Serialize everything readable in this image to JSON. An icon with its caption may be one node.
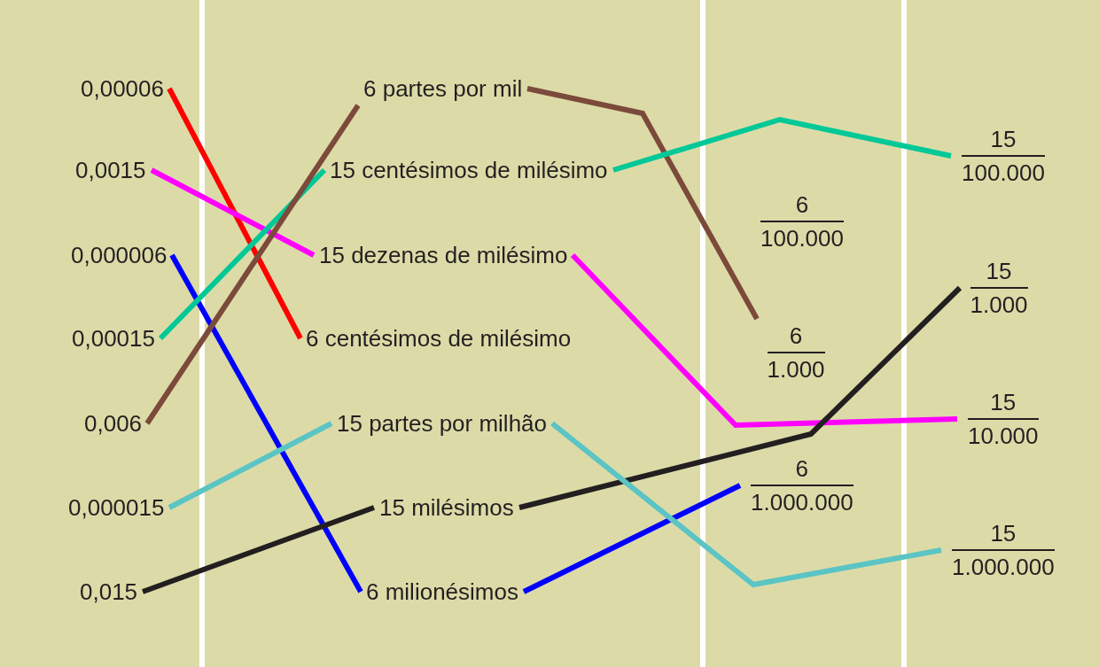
{
  "diagram": {
    "nodes": [
      {
        "text": [
          "0,00006"
        ]
      },
      {
        "text": [
          "0,0015"
        ]
      },
      {
        "text": [
          "0,000006"
        ]
      },
      {
        "text": [
          "0,00015"
        ]
      },
      {
        "text": [
          "0,006"
        ]
      },
      {
        "text": [
          "0,000015"
        ]
      },
      {
        "text": [
          "0,015"
        ]
      },
      {
        "text": [
          "6 partes por mil"
        ]
      },
      {
        "text": [
          "15 centésimos de milésimo"
        ]
      },
      {
        "text": [
          "15 dezenas de milésimo"
        ]
      },
      {
        "text": [
          "6 centésimos de milésimo"
        ]
      },
      {
        "text": [
          "15 partes por milhão"
        ]
      },
      {
        "text": [
          "15 milésimos"
        ]
      },
      {
        "text": [
          "6 milionésimos"
        ]
      },
      {
        "text": [
          "6",
          "100.000"
        ]
      },
      {
        "text": [
          "6",
          "1.000"
        ]
      },
      {
        "text": [
          "6",
          "1.000.000"
        ]
      },
      {
        "text": [
          "15",
          "100.000"
        ]
      },
      {
        "text": [
          "15",
          "1.000"
        ]
      },
      {
        "text": [
          "15",
          "10.000"
        ]
      },
      {
        "text": [
          "15",
          "1.000.000"
        ]
      }
    ],
    "edges": [
      {
        "from": 0,
        "to": 10,
        "arrow": "none",
        "color": "#ff0000"
      },
      {
        "from": 1,
        "to": 9,
        "arrow": "none",
        "color": "#ff00ff"
      },
      {
        "from": 2,
        "to": 13,
        "arrow": "none",
        "color": "#0000ff"
      },
      {
        "from": 3,
        "to": 8,
        "arrow": "none",
        "color": "#00c896"
      },
      {
        "from": 4,
        "to": 7,
        "arrow": "none",
        "color": "#7b4a3a"
      },
      {
        "from": 5,
        "to": 11,
        "arrow": "none",
        "color": "#5bc4c4"
      },
      {
        "from": 6,
        "to": 12,
        "arrow": "none",
        "color": "#231f20"
      },
      {
        "from": 7,
        "to": 15,
        "arrow": "none",
        "color": "#7b4a3a"
      },
      {
        "from": 8,
        "to": 17,
        "arrow": "none",
        "color": "#00c896"
      },
      {
        "from": 9,
        "to": 19,
        "arrow": "none",
        "color": "#ff00ff"
      },
      {
        "from": 12,
        "to": 18,
        "arrow": "none",
        "color": "#231f20"
      },
      {
        "from": 13,
        "to": 16,
        "arrow": "none",
        "color": "#0000ff"
      },
      {
        "from": 11,
        "to": 20,
        "arrow": "none",
        "color": "#5bc4c4"
      }
    ]
  }
}
